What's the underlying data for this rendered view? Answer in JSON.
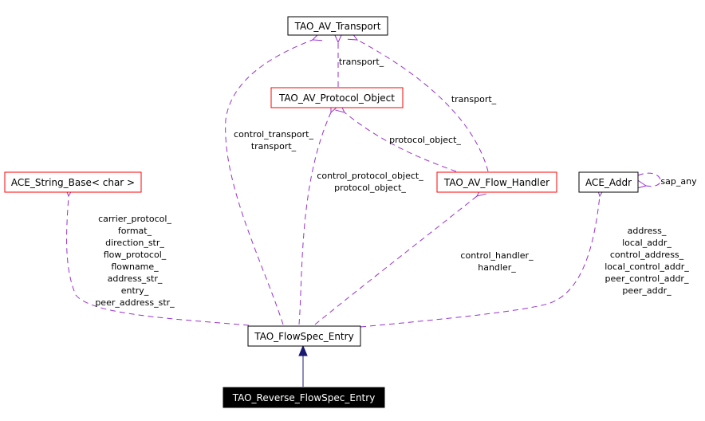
{
  "nodes": {
    "transport": "TAO_AV_Transport",
    "protocol_object": "TAO_AV_Protocol_Object",
    "string_base": "ACE_String_Base< char >",
    "flow_handler": "TAO_AV_Flow_Handler",
    "ace_addr": "ACE_Addr",
    "flowspec_entry": "TAO_FlowSpec_Entry",
    "reverse_flowspec_entry": "TAO_Reverse_FlowSpec_Entry"
  },
  "edge_labels": {
    "po_to_transport": [
      "transport_"
    ],
    "fh_to_transport": [
      "transport_"
    ],
    "fse_to_transport": [
      "control_transport_",
      "transport_"
    ],
    "fh_to_po": [
      "protocol_object_"
    ],
    "fse_to_po": [
      "control_protocol_object_",
      "protocol_object_"
    ],
    "fse_to_string": [
      "carrier_protocol_",
      "format_",
      "direction_str_",
      "flow_protocol_",
      "flowname_",
      "address_str_",
      "entry_",
      "peer_address_str_"
    ],
    "fse_to_fh": [
      "control_handler_",
      "handler_"
    ],
    "fse_to_addr": [
      "address_",
      "local_addr_",
      "control_address_",
      "local_control_addr_",
      "peer_control_addr_",
      "peer_addr_"
    ],
    "addr_self": [
      "sap_any"
    ]
  }
}
